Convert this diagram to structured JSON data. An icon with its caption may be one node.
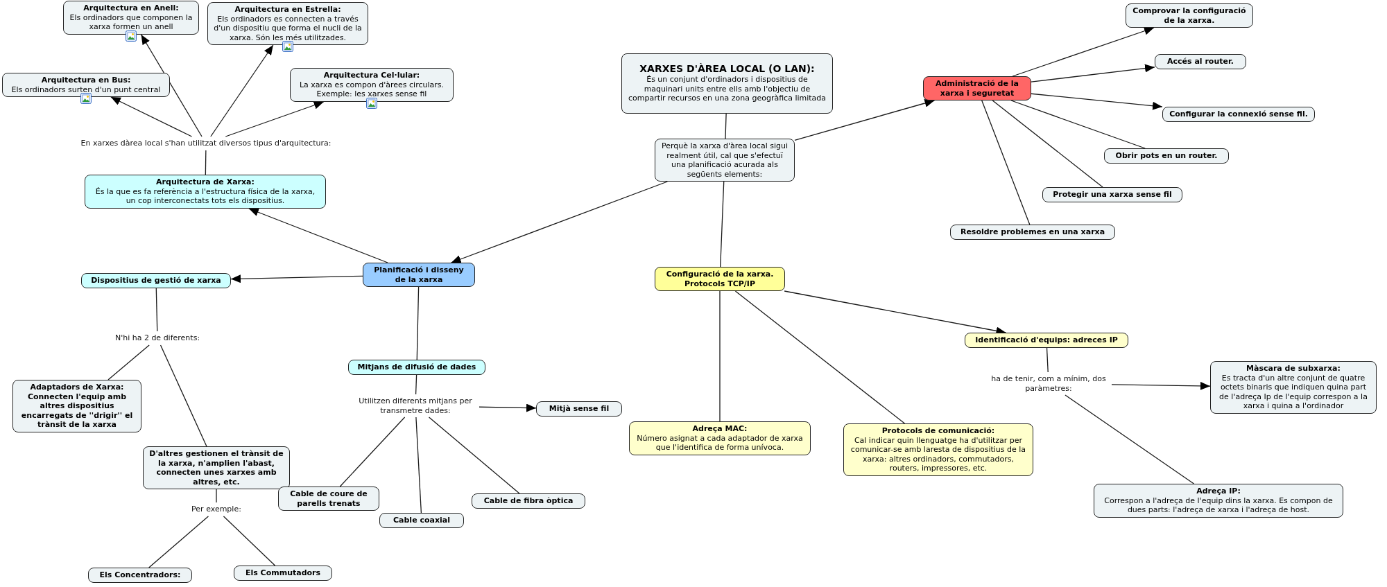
{
  "diagram": {
    "nodes": [
      {
        "text": [
          "XARXES D'ÀREA LOCAL (O LAN):",
          "És un conjunt d'ordinadors i dispositius de maquinari units entre ells amb l'objectiu de compartir recursos en una zona geogràfica limitada"
        ]
      },
      {
        "text": [
          "Perquè la xarxa d'àrea local sigui realment útil, cal que s'efectuï una planificació acurada als següents elements:"
        ]
      },
      {
        "text": [
          "Planificació i disseny de la xarxa"
        ]
      },
      {
        "text": [
          "Configuració de la xarxa. Protocols TCP/IP"
        ]
      },
      {
        "text": [
          "Administració de la xarxa i seguretat"
        ]
      },
      {
        "text": [
          "Comprovar la configuració de la xarxa."
        ]
      },
      {
        "text": [
          "Accés al router."
        ]
      },
      {
        "text": [
          "Configurar la connexió sense fil."
        ]
      },
      {
        "text": [
          "Obrir pots en un router."
        ]
      },
      {
        "text": [
          "Protegir una xarxa sense fil"
        ]
      },
      {
        "text": [
          "Resoldre problemes en una xarxa"
        ]
      },
      {
        "text": [
          "Arquitectura de Xarxa:",
          "És la que es fa referència a l'estructura física de la xarxa, un cop interconectats tots els dispositius."
        ]
      },
      {
        "text": [
          "En xarxes dàrea local s'han utilitzat diversos tipus d'arquitectura:"
        ]
      },
      {
        "text": [
          "Arquitectura en Bus:",
          "Els ordinadors surten d'un punt central"
        ]
      },
      {
        "text": [
          "Arquitectura en Anell:",
          "Els ordinadors que componen la xarxa formen un anell"
        ]
      },
      {
        "text": [
          "Arquitectura en Estrella:",
          "Els ordinadors es connecten a través d'un dispositiu que forma el nucli de la xarxa. Són les més utilitzades."
        ]
      },
      {
        "text": [
          "**Arquitectura Cel·lular**:",
          "La xarxa es compon d'àrees circulars. Exemple: les xarxes sense fil"
        ]
      },
      {
        "text": [
          "Dispositius de gestió de xarxa"
        ]
      },
      {
        "text": [
          "N'hi ha 2 de diferents:"
        ]
      },
      {
        "text": [
          "Adaptadors de Xarxa: Connecten l'equip amb altres dispositius encarregats de ''drigir'' el trànsit de la xarxa"
        ]
      },
      {
        "text": [
          "D'altres gestionen el trànsit de la xarxa, n'amplien l'abast, connecten unes xarxes amb altres, etc."
        ]
      },
      {
        "text": [
          "Per exemple:"
        ]
      },
      {
        "text": [
          "Els Concentradors:"
        ]
      },
      {
        "text": [
          "Els Commutadors"
        ]
      },
      {
        "text": [
          "Mitjans de difusió de dades"
        ]
      },
      {
        "text": [
          "Utilitzen diferents mitjans per transmetre dades:"
        ]
      },
      {
        "text": [
          "Mitjà sense fil"
        ]
      },
      {
        "text": [
          "Cable de coure de parells trenats"
        ]
      },
      {
        "text": [
          "Cable coaxial"
        ]
      },
      {
        "text": [
          "Cable de fibra òptica"
        ]
      },
      {
        "text": [
          "Adreça MAC:",
          "Número asignat a cada adaptador de xarxa que l'identifica de forma unívoca."
        ]
      },
      {
        "text": [
          "Protocols de comunicació:",
          "Cal indicar quin llenguatge ha d'utilitzar per comunicar-se amb laresta de dispositius de la xarxa: altres ordinadors, commutadors, routers, impressores, etc."
        ]
      },
      {
        "text": [
          "Identificació d'equips: adreces IP"
        ]
      },
      {
        "text": [
          "ha de tenir, com a mínim, dos paràmetres:"
        ]
      },
      {
        "text": [
          "Màscara de subxarxa:",
          "Es tracta d'un altre conjunt de quatre octets binaris que indiquen quina part de l'adreça Ip de l'equip correspon a la xarxa i quina a l'ordinador"
        ]
      },
      {
        "text": [
          "Adreça IP:",
          "Correspon a l'adreça de l'equip dins la xarxa. Es compon de dues parts: l'adreça de xarxa i l'adreça de host."
        ]
      }
    ],
    "edges": [
      {
        "from": 0,
        "to": 1,
        "arrow": "none"
      },
      {
        "from": 1,
        "to": 4,
        "arrow": "to"
      },
      {
        "from": 1,
        "to": 2,
        "arrow": "to"
      },
      {
        "from": 1,
        "to": 3,
        "arrow": "none"
      },
      {
        "from": 4,
        "to": 5,
        "arrow": "to"
      },
      {
        "from": 4,
        "to": 6,
        "arrow": "to"
      },
      {
        "from": 4,
        "to": 7,
        "arrow": "to"
      },
      {
        "from": 4,
        "to": 8,
        "arrow": "none"
      },
      {
        "from": 4,
        "to": 9,
        "arrow": "none"
      },
      {
        "from": 4,
        "to": 10,
        "arrow": "none"
      },
      {
        "from": 2,
        "to": 11,
        "arrow": "to"
      },
      {
        "from": 11,
        "to": 12,
        "arrow": "none"
      },
      {
        "from": 12,
        "to": 13,
        "arrow": "to"
      },
      {
        "from": 12,
        "to": 14,
        "arrow": "to"
      },
      {
        "from": 12,
        "to": 15,
        "arrow": "to"
      },
      {
        "from": 12,
        "to": 16,
        "arrow": "to"
      },
      {
        "from": 2,
        "to": 17,
        "arrow": "to"
      },
      {
        "from": 17,
        "to": 18,
        "arrow": "none"
      },
      {
        "from": 18,
        "to": 19,
        "arrow": "none"
      },
      {
        "from": 18,
        "to": 20,
        "arrow": "none"
      },
      {
        "from": 20,
        "to": 21,
        "arrow": "none"
      },
      {
        "from": 21,
        "to": 22,
        "arrow": "none"
      },
      {
        "from": 21,
        "to": 23,
        "arrow": "none"
      },
      {
        "from": 2,
        "to": 24,
        "arrow": "none"
      },
      {
        "from": 24,
        "to": 25,
        "arrow": "none"
      },
      {
        "from": 25,
        "to": 26,
        "arrow": "to"
      },
      {
        "from": 25,
        "to": 27,
        "arrow": "none"
      },
      {
        "from": 25,
        "to": 28,
        "arrow": "none"
      },
      {
        "from": 25,
        "to": 29,
        "arrow": "none"
      },
      {
        "from": 3,
        "to": 30,
        "arrow": "none"
      },
      {
        "from": 3,
        "to": 31,
        "arrow": "none"
      },
      {
        "from": 3,
        "to": 32,
        "arrow": "to"
      },
      {
        "from": 32,
        "to": 33,
        "arrow": "none"
      },
      {
        "from": 33,
        "to": 34,
        "arrow": "to"
      },
      {
        "from": 33,
        "to": 35,
        "arrow": "none"
      }
    ]
  }
}
